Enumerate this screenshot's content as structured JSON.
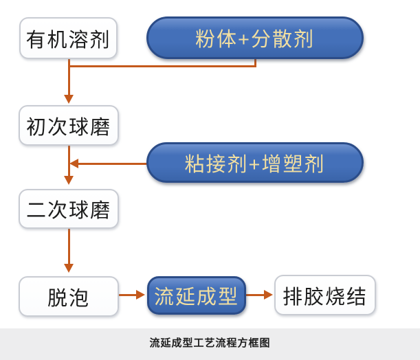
{
  "diagram": {
    "caption": "流延成型工艺流程方框图",
    "nodes": {
      "organic_solvent": "有机溶剂",
      "powder_dispersant": "粉体+分散剂",
      "first_ball_milling": "初次球磨",
      "binder_plasticizer": "粘接剂+增塑剂",
      "second_ball_milling": "二次球磨",
      "degassing": "脱泡",
      "tape_casting": "流延成型",
      "debinding_sintering": "排胶烧结"
    },
    "edges": [
      {
        "from": "organic_solvent",
        "to": "first_ball_milling"
      },
      {
        "from": "powder_dispersant",
        "to": "first_ball_milling"
      },
      {
        "from": "first_ball_milling",
        "to": "second_ball_milling"
      },
      {
        "from": "binder_plasticizer",
        "to": "second_ball_milling"
      },
      {
        "from": "second_ball_milling",
        "to": "degassing"
      },
      {
        "from": "degassing",
        "to": "tape_casting"
      },
      {
        "from": "tape_casting",
        "to": "debinding_sintering"
      }
    ],
    "colors": {
      "background": "#ffffff",
      "arrow": "#c4591c",
      "pill_fill": "#4470b9",
      "pill_fill_top": "#6f92cf",
      "pill_fill_bottom": "#3a64a9",
      "pill_border": "#2b4c88",
      "pill_text": "#f2dfa0",
      "box_fill": "#ffffff",
      "box_border": "#c9ccd3",
      "box_text": "#1c1c1c",
      "caption_bg": "#ededee",
      "caption_text": "#1d1d1d"
    }
  }
}
